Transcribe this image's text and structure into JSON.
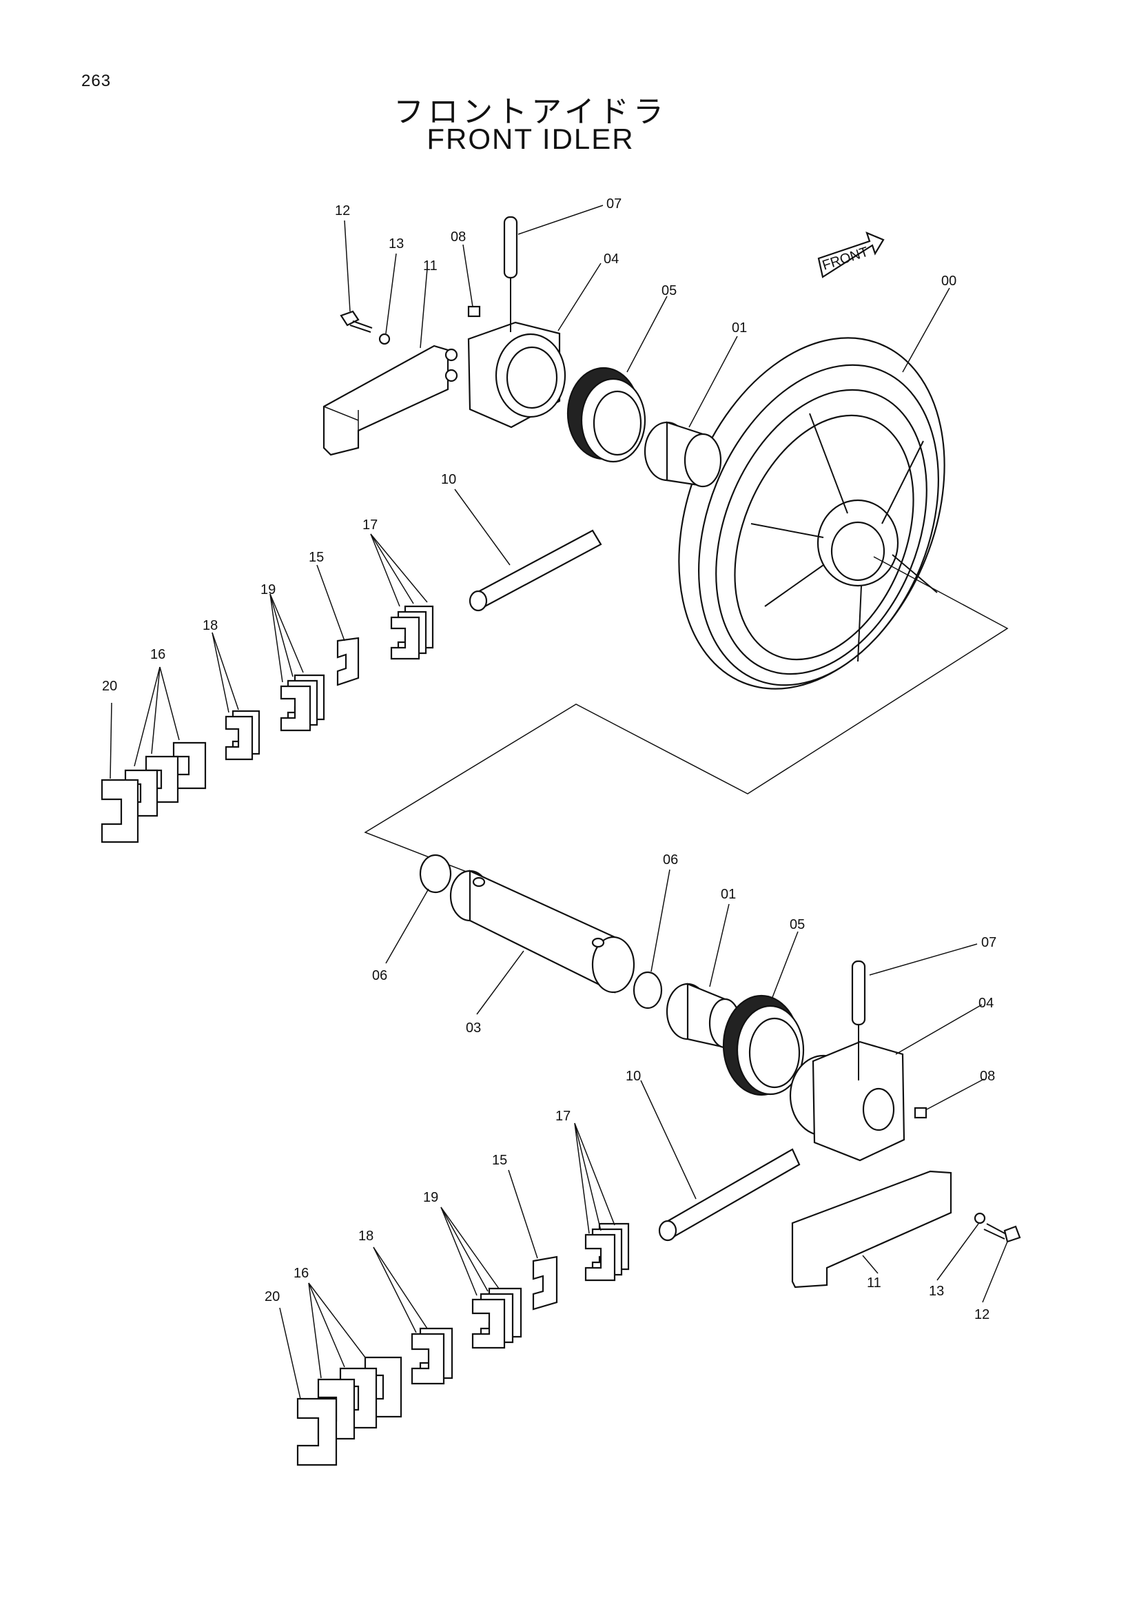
{
  "page_number": "263",
  "title_jp": "フロントアイドラ",
  "title_en": "FRONT IDLER",
  "arrow_label": "FRONT",
  "callouts_upper": [
    "12",
    "13",
    "11",
    "08",
    "07",
    "04",
    "05",
    "01",
    "00",
    "10",
    "17",
    "15",
    "19",
    "18",
    "16",
    "20"
  ],
  "callouts_lower": [
    "06",
    "06",
    "03",
    "01",
    "05",
    "07",
    "04",
    "08",
    "10",
    "17",
    "15",
    "19",
    "18",
    "16",
    "20",
    "11",
    "13",
    "12"
  ]
}
